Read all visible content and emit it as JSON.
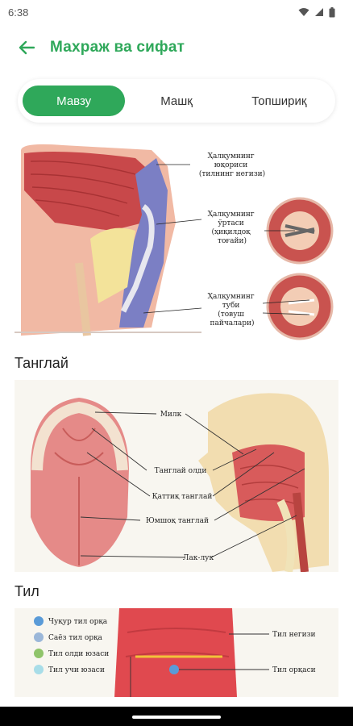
{
  "status_bar": {
    "time": "6:38"
  },
  "app_bar": {
    "title": "Махраж ва сифат"
  },
  "tabs": [
    {
      "label": "Мавзу",
      "active": true
    },
    {
      "label": "Машқ",
      "active": false
    },
    {
      "label": "Топшириқ",
      "active": false
    }
  ],
  "figure_larynx": {
    "labels": {
      "upper": [
        "Ҳалқумнинг",
        "юқориси",
        "(тилнинг негизи)"
      ],
      "middle": [
        "Ҳалқумнинг",
        "ўртаси",
        "(ҳиқилдоқ",
        "тоғайи)"
      ],
      "bottom": [
        "Ҳалқумнинг",
        "туби",
        "(товуш",
        "пайчалари)"
      ]
    }
  },
  "sections": [
    {
      "title": "Танглай"
    },
    {
      "title": "Тил"
    }
  ],
  "figure_palate": {
    "labels": [
      "Милк",
      "Танглай олди",
      "Қаттиқ танглай",
      "Юмшоқ танглай",
      "Лак-лук"
    ]
  },
  "figure_tongue": {
    "legend": [
      "Чуқур тил орқа",
      "Саёз тил орқа",
      "Тил олди юзаси",
      "Тил учи юзаси"
    ],
    "legend_colors": [
      "#5a9bd8",
      "#9bb7d9",
      "#8fc46a",
      "#a8dde8"
    ],
    "labels": [
      "Тил негизи",
      "Тил орқаси"
    ]
  },
  "colors": {
    "accent": "#2fa85a"
  }
}
